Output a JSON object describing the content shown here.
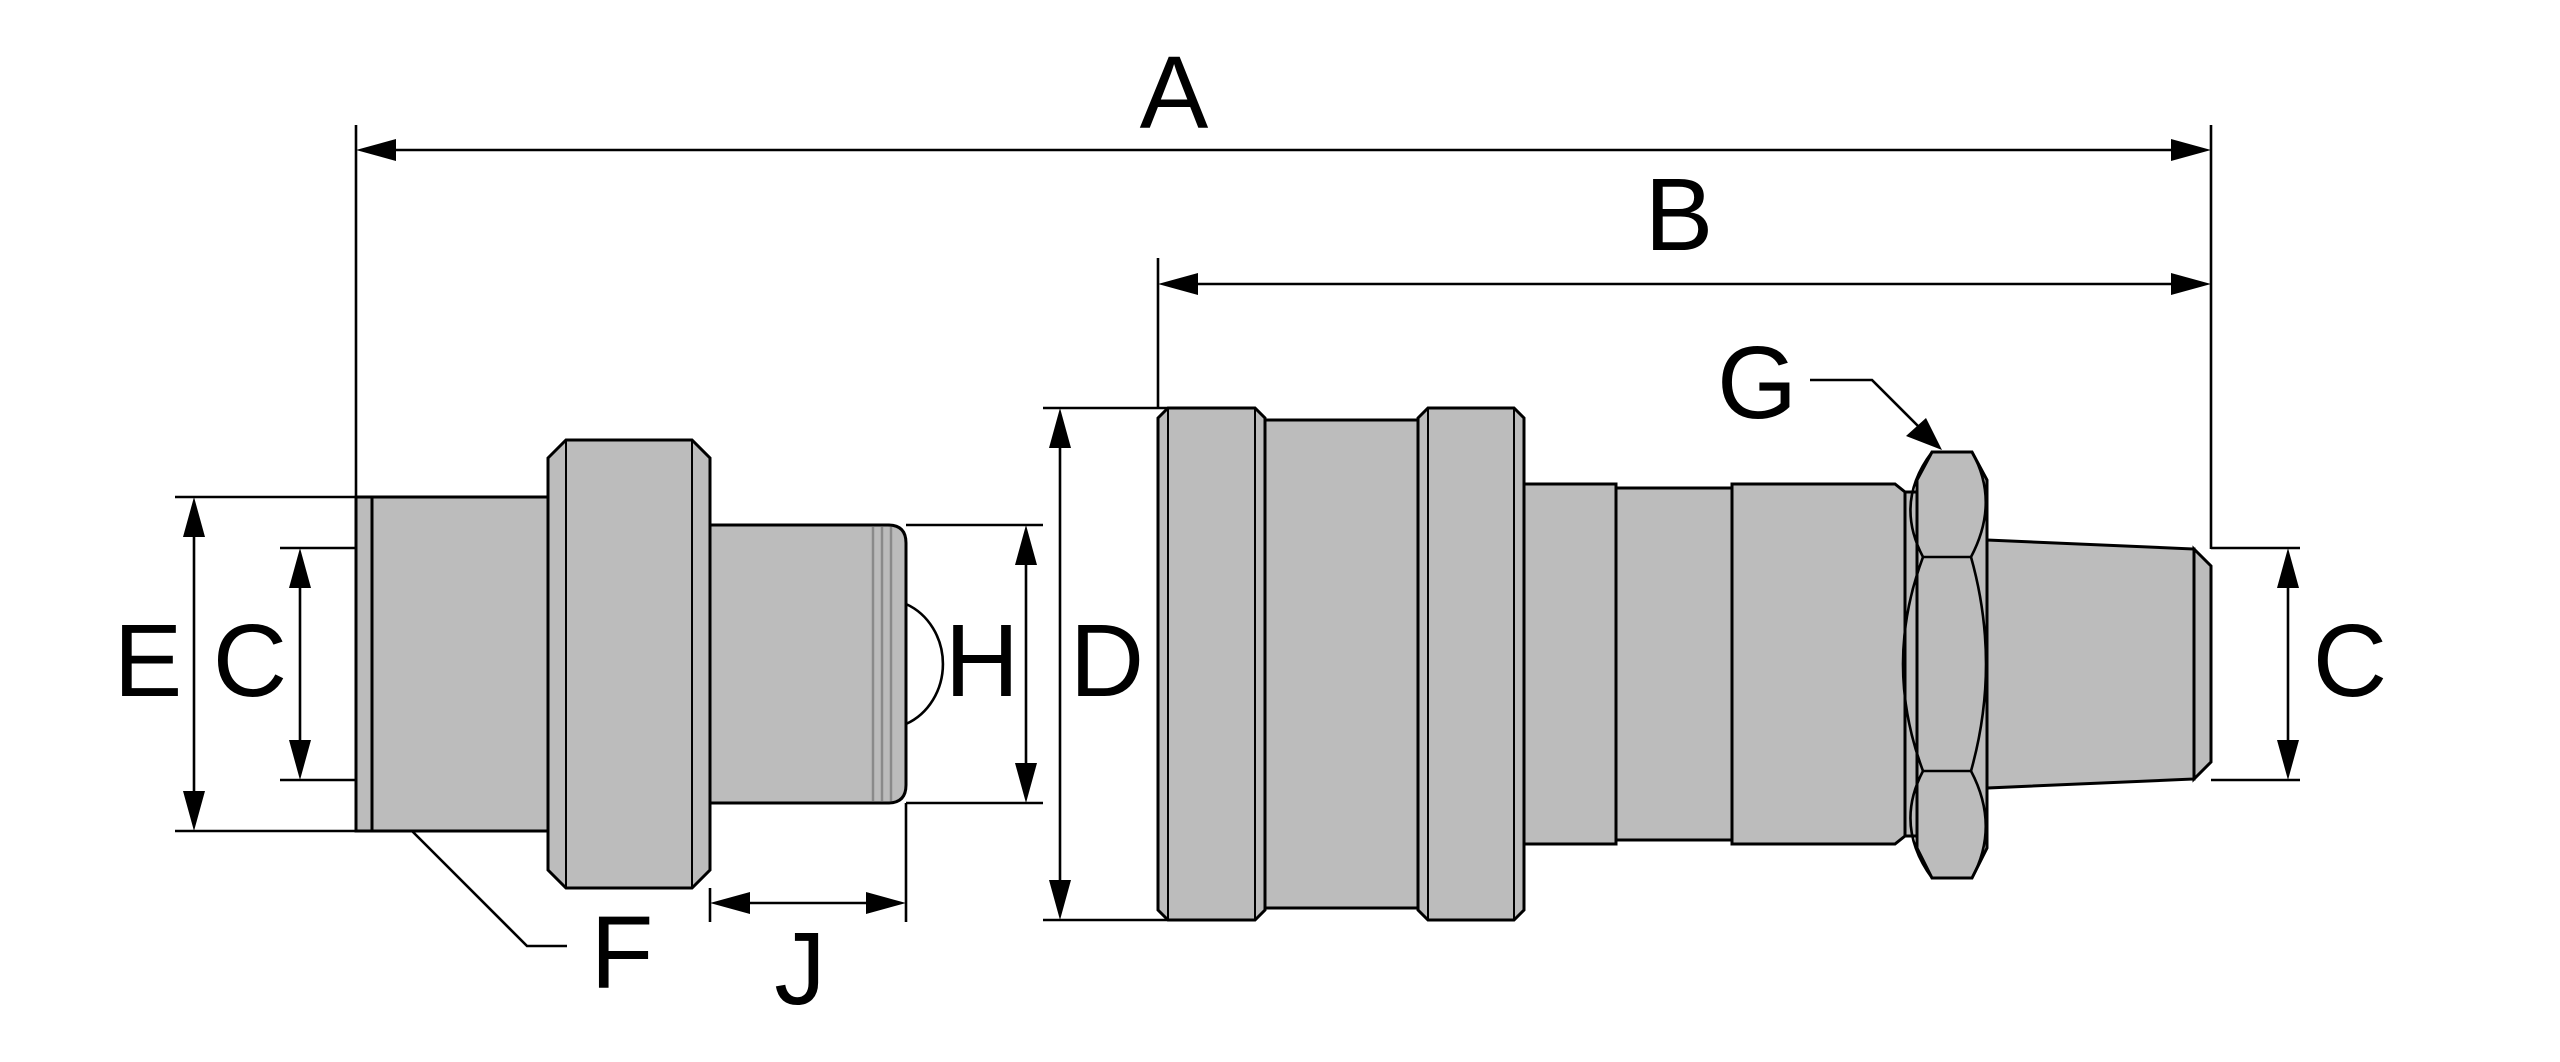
{
  "labels": {
    "A": "A",
    "B": "B",
    "C_left": "C",
    "C_right": "C",
    "D": "D",
    "E": "E",
    "F": "F",
    "G": "G",
    "H": "H",
    "J": "J"
  },
  "colors": {
    "part_fill": "#bcbcbc",
    "line": "#000000",
    "background": "#ffffff"
  }
}
